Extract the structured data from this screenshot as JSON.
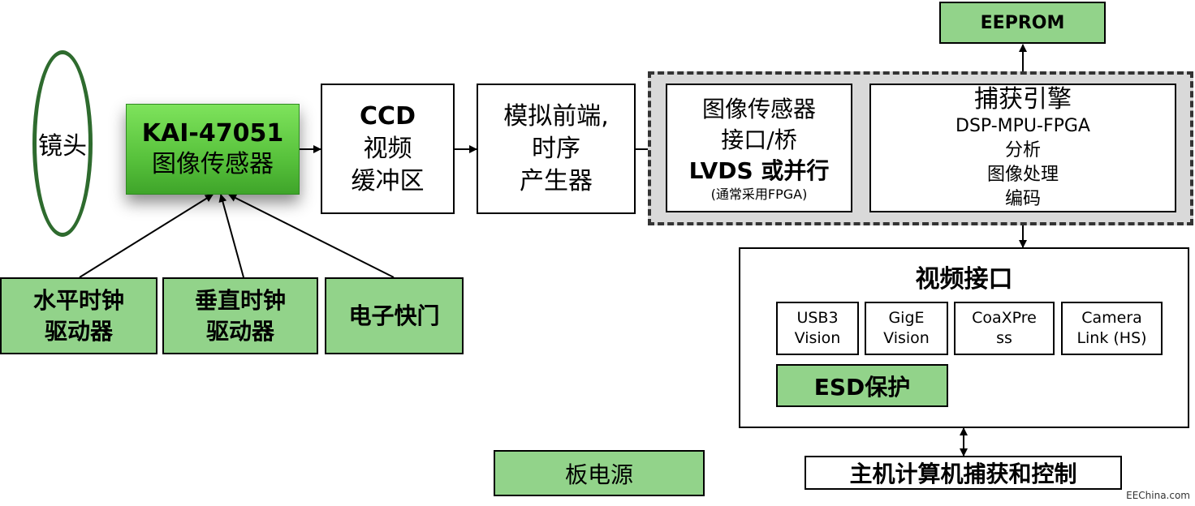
{
  "lens": {
    "label": "镜头"
  },
  "sensor": {
    "line1": "KAI-47051",
    "line2": "图像传感器"
  },
  "ccd": {
    "line1": "CCD",
    "line2": "视频",
    "line3": "缓冲区"
  },
  "afe": {
    "line1": "模拟前端,",
    "line2": "时序",
    "line3": "产生器"
  },
  "sensor_if": {
    "line1": "图像传感器",
    "line2": "接口/桥",
    "line3": "LVDS 或并行",
    "note": "(通常采用FPGA)"
  },
  "capture": {
    "title": "捕获引擎",
    "line1": "DSP-MPU-FPGA",
    "line2": "分析",
    "line3": "图像处理",
    "line4": "编码"
  },
  "eeprom": {
    "label": "EEPROM"
  },
  "drivers": [
    {
      "line1": "水平时钟",
      "line2": "驱动器"
    },
    {
      "line1": "垂直时钟",
      "line2": "驱动器"
    },
    {
      "line1": "电子快门",
      "line2": ""
    }
  ],
  "video_interface": {
    "title": "视频接口",
    "items": [
      {
        "line1": "USB3",
        "line2": "Vision"
      },
      {
        "line1": "GigE",
        "line2": "Vision"
      },
      {
        "line1": "CoaXPre",
        "line2": "ss"
      },
      {
        "line1": "Camera",
        "line2": "Link (HS)"
      }
    ],
    "esd": "ESD保护"
  },
  "power": {
    "label": "板电源"
  },
  "host": {
    "label": "主机计算机捕获和控制"
  },
  "watermark": "EEChina.com",
  "colors": {
    "green_box": "#92d38a",
    "sensor_green": "#58c23c",
    "lens_border": "#2e6b2e",
    "dashed_bg": "#d9d9d9"
  }
}
